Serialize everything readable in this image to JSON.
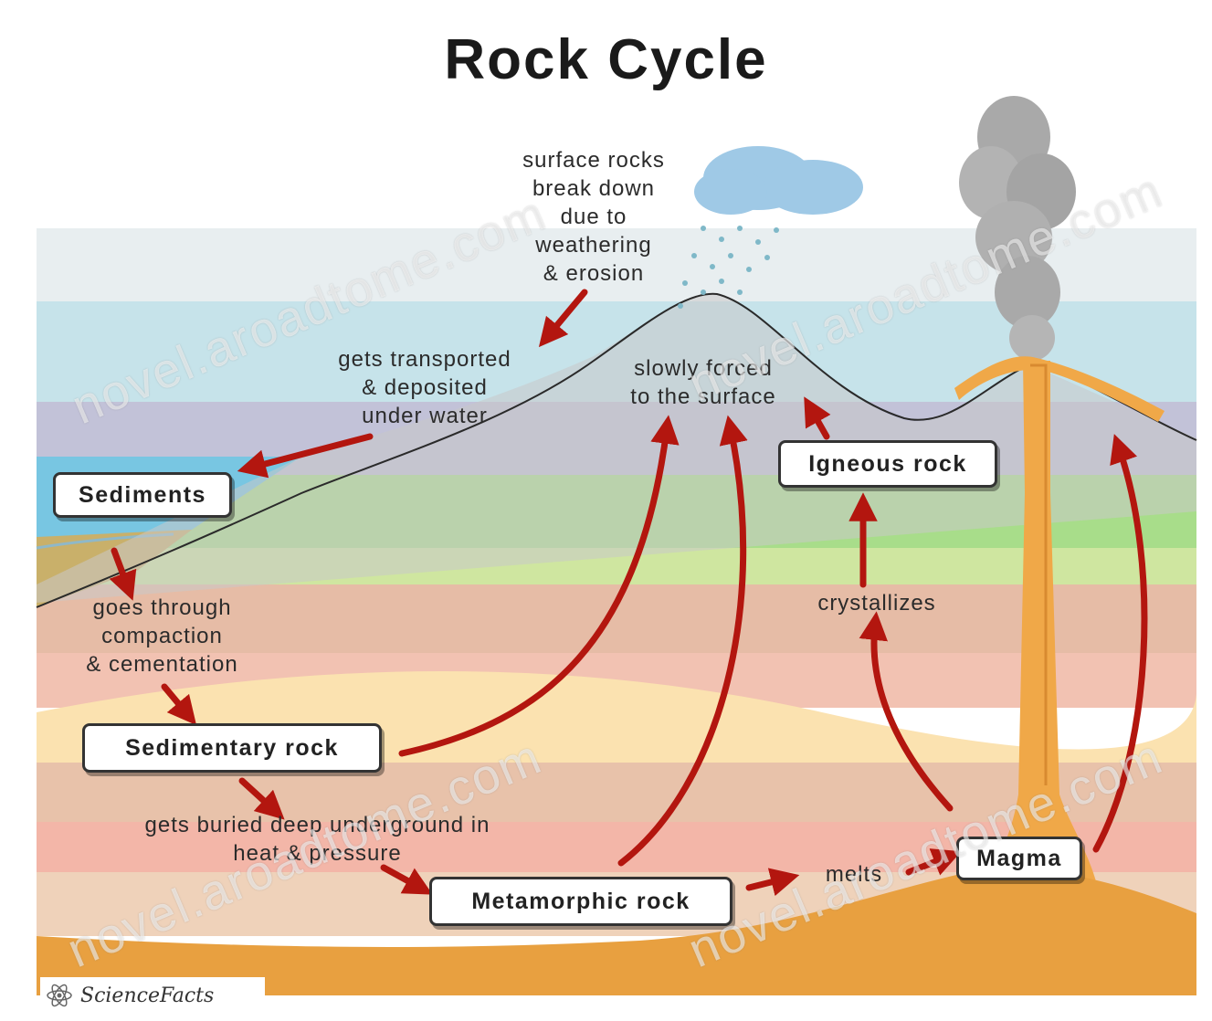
{
  "title": "Rock Cycle",
  "captions": {
    "weathering": "surface rocks\nbreak down\ndue to\nweathering\n& erosion",
    "transported": "gets transported\n& deposited\nunder water",
    "forced": "slowly forced\nto the surface",
    "compaction": "goes through\ncompaction\n& cementation",
    "buried": "gets buried deep underground in\nheat & pressure",
    "crystallizes": "crystallizes",
    "melts": "melts"
  },
  "boxes": {
    "sediments": "Sediments",
    "sedimentary": "Sedimentary rock",
    "metamorphic": "Metamorphic rock",
    "igneous": "Igneous rock",
    "magma": "Magma"
  },
  "watermark": "novel.aroadtome.com",
  "logo": "ScienceFacts",
  "colors": {
    "arrow": "#b3160f",
    "sky": "#bfe2ea",
    "mountain": "#c8c8c8",
    "grass": "#a4dc86",
    "water": "#78c6e2",
    "lava": "#f0a848",
    "magma": "#e8a040"
  }
}
